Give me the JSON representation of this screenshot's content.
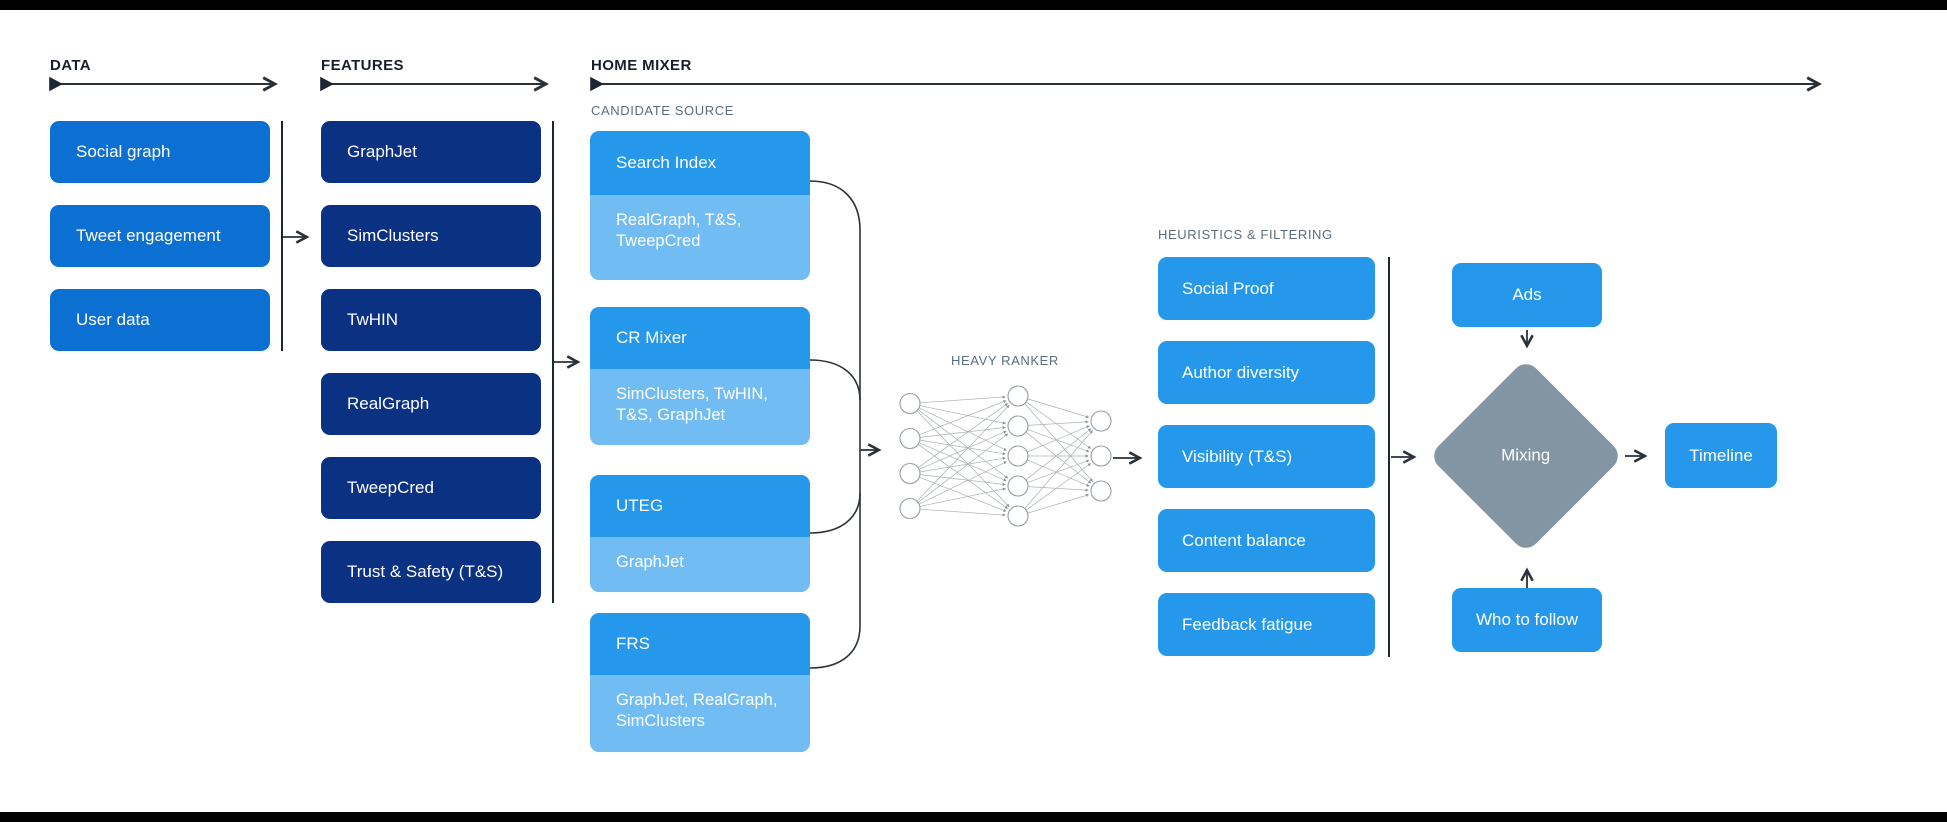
{
  "sections": {
    "data": {
      "label": "DATA",
      "items": [
        "Social graph",
        "Tweet engagement",
        "User data"
      ]
    },
    "features": {
      "label": "FEATURES",
      "items": [
        "GraphJet",
        "SimClusters",
        "TwHIN",
        "RealGraph",
        "TweepCred",
        "Trust & Safety (T&S)"
      ]
    },
    "home_mixer": {
      "label": "HOME MIXER",
      "candidate_source": {
        "label": "CANDIDATE SOURCE",
        "items": [
          {
            "title": "Search Index",
            "providers": "RealGraph, T&S, TweepCred"
          },
          {
            "title": "CR Mixer",
            "providers": "SimClusters, TwHIN, T&S, GraphJet"
          },
          {
            "title": "UTEG",
            "providers": "GraphJet"
          },
          {
            "title": "FRS",
            "providers": "GraphJet, RealGraph, SimClusters"
          }
        ]
      },
      "heavy_ranker": {
        "label": "HEAVY RANKER",
        "layers": [
          4,
          5,
          3
        ]
      },
      "heuristics": {
        "label": "HEURISTICS & FILTERING",
        "items": [
          "Social Proof",
          "Author diversity",
          "Visibility (T&S)",
          "Content balance",
          "Feedback fatigue"
        ]
      },
      "mixing": {
        "label": "Mixing",
        "side_inputs": [
          "Ads",
          "Who to follow"
        ],
        "output": "Timeline"
      }
    }
  },
  "colors": {
    "data_box": "#0c70d3",
    "feature_box": "#0b3183",
    "primary_box": "#2598ec",
    "provider_box": "#70bcf3",
    "mixing_diamond": "#8394a3",
    "section_label": "#16202c",
    "sub_label": "#5c6d7e",
    "box_text": "#ffffff",
    "wire": "#2a3138",
    "background": "#ffffff",
    "frame_bars": "#000000"
  }
}
